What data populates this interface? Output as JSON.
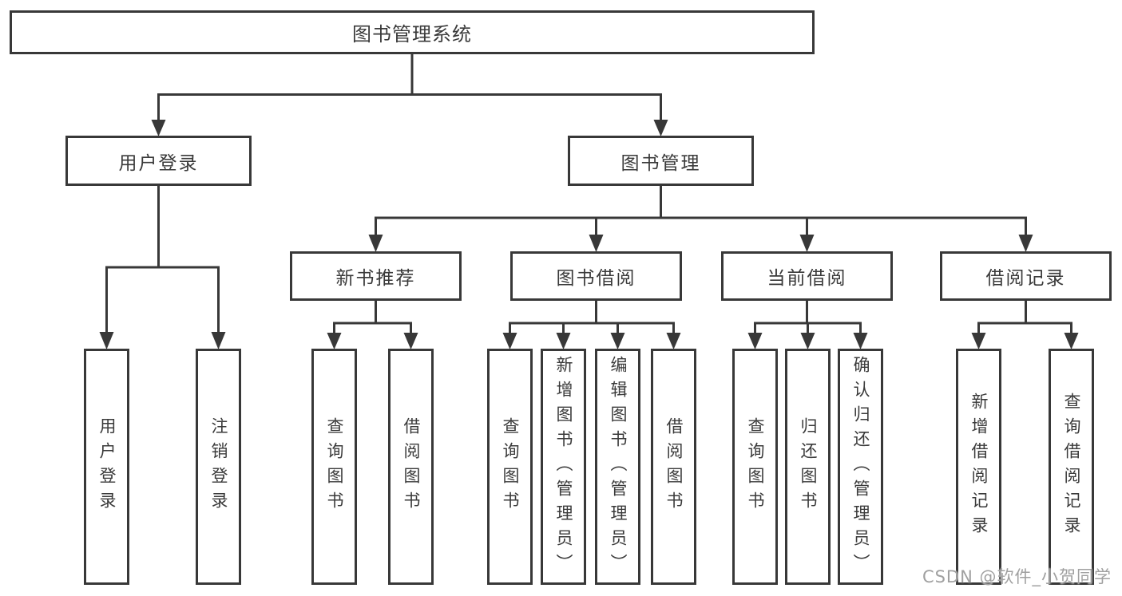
{
  "tree": {
    "label": "图书管理系统",
    "children": [
      {
        "label": "用户登录",
        "children": [
          {
            "label": "用户登录"
          },
          {
            "label": "注销登录"
          }
        ]
      },
      {
        "label": "图书管理",
        "children": [
          {
            "label": "新书推荐",
            "children": [
              {
                "label": "查询图书"
              },
              {
                "label": "借阅图书"
              }
            ]
          },
          {
            "label": "图书借阅",
            "children": [
              {
                "label": "查询图书"
              },
              {
                "label": "新增图书（管理员）"
              },
              {
                "label": "编辑图书（管理员）"
              },
              {
                "label": "借阅图书"
              }
            ]
          },
          {
            "label": "当前借阅",
            "children": [
              {
                "label": "查询图书"
              },
              {
                "label": "归还图书"
              },
              {
                "label": "确认归还（管理员）"
              }
            ]
          },
          {
            "label": "借阅记录",
            "children": [
              {
                "label": "新增借阅记录"
              },
              {
                "label": "查询借阅记录"
              }
            ]
          }
        ]
      }
    ]
  },
  "watermark": {
    "text": "CSDN @软件_小贺同学"
  },
  "colors": {
    "line": "#383838",
    "box_border": "#383838",
    "box_bg": "#ffffff",
    "text": "#3a3a3a",
    "watermark": "#a0a0a0",
    "page_bg": "#ffffff"
  }
}
